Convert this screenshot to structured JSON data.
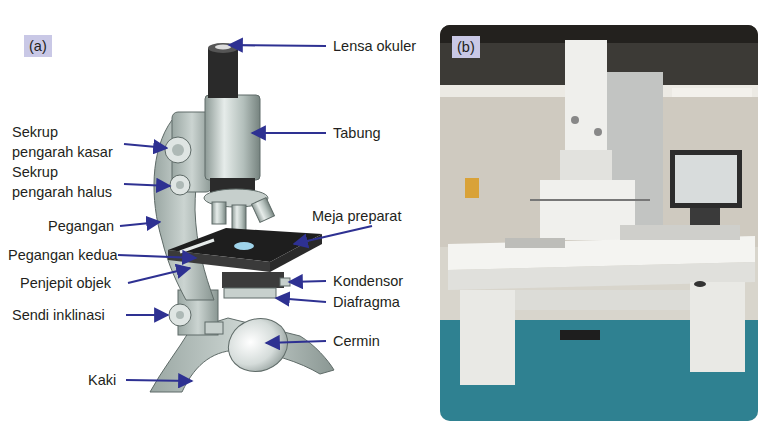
{
  "diagram": {
    "nodes": [
      {
        "text": [
          "(a)"
        ]
      },
      {
        "text": [
          "(b)"
        ]
      }
    ],
    "labels": [
      "Lensa okuler",
      "Tabung",
      "Sekrup pengarah kasar",
      "Sekrup pengarah halus",
      "Pegangan",
      "Meja preparat",
      "Pegangan kedua",
      "Penjepit objek",
      "Kondensor",
      "Diafragma",
      "Sendi inklinasi",
      "Cermin",
      "Kaki"
    ]
  }
}
